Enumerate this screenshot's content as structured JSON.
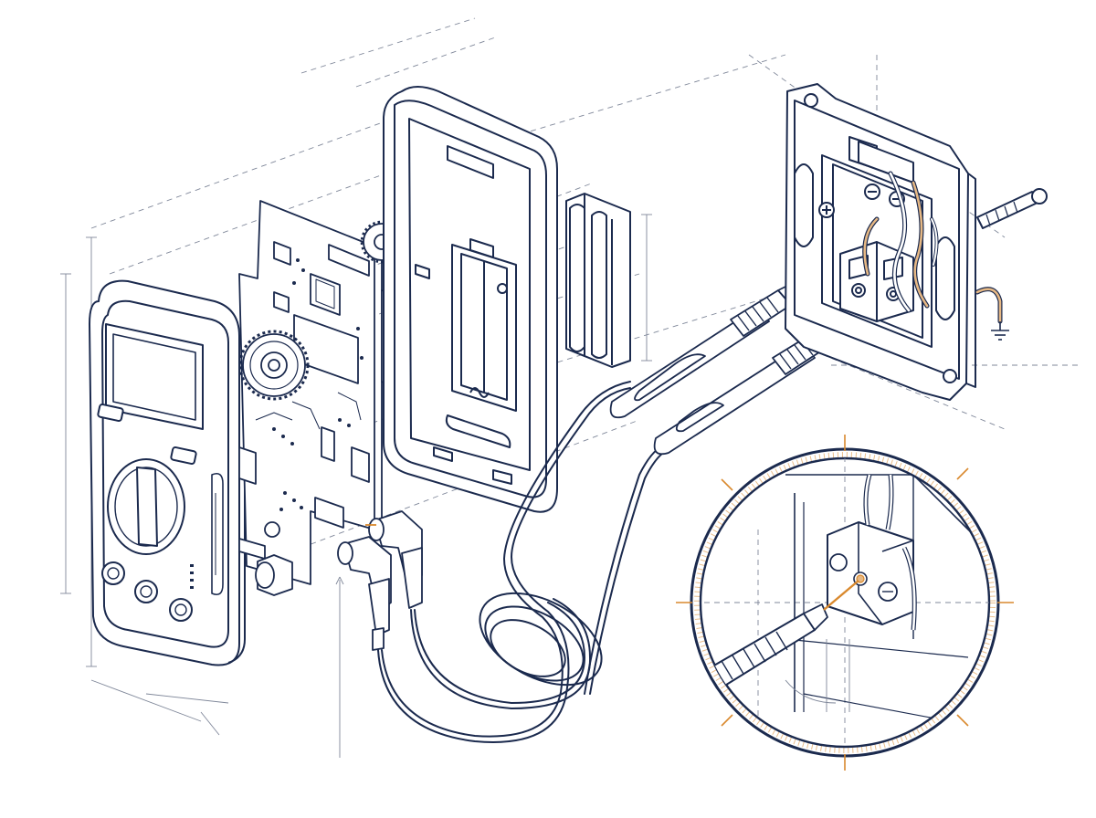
{
  "diagram": {
    "palette": {
      "line": "#1b2a4e",
      "guide": "#7f8799",
      "accent": "#d9892e",
      "wire": "#e6b884",
      "paper": "#ffffff"
    },
    "components": [
      {
        "id": "multimeter-front-case",
        "icon": "multimeter-icon"
      },
      {
        "id": "rotary-selector-dial",
        "icon": "dial-icon"
      },
      {
        "id": "lcd-display-window",
        "icon": "display-icon"
      },
      {
        "id": "circuit-board",
        "icon": "pcb-icon"
      },
      {
        "id": "drive-gears",
        "icon": "gear-icon"
      },
      {
        "id": "rear-housing",
        "icon": "housing-icon"
      },
      {
        "id": "battery-compartment",
        "icon": "battery-compartment-icon"
      },
      {
        "id": "battery-pack",
        "icon": "battery-icon"
      },
      {
        "id": "test-probe-leads",
        "icon": "probe-icon"
      },
      {
        "id": "banana-plug-connectors",
        "icon": "plug-icon"
      },
      {
        "id": "wall-socket-terminal-block",
        "icon": "socket-icon"
      },
      {
        "id": "ground-symbol",
        "icon": "ground-icon"
      },
      {
        "id": "detail-magnifier-inset",
        "icon": "magnifier-icon"
      }
    ]
  }
}
